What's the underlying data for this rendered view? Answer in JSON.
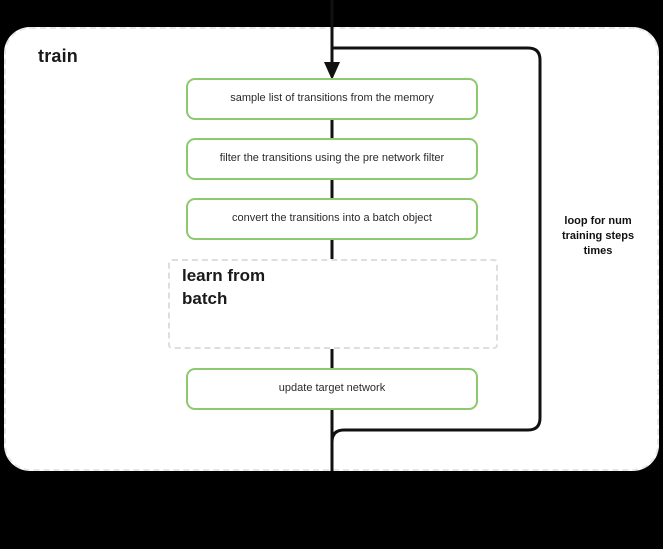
{
  "diagram": {
    "type": "flowchart",
    "background_color": "#000000",
    "scope": {
      "title": "train",
      "border_style": "dashed",
      "border_color": "#e6e6e6"
    },
    "accent_color": "#8dc96e",
    "wire_color": "#111111",
    "steps": [
      {
        "id": "sample",
        "label": "sample list of transitions from the memory"
      },
      {
        "id": "filter",
        "label": "filter the transitions using the pre network filter"
      },
      {
        "id": "convert",
        "label": "convert the transitions into a batch object"
      },
      {
        "id": "update",
        "label": "update target network"
      }
    ],
    "subscope": {
      "title": "learn from batch",
      "border_style": "dashed",
      "border_color": "#dedede"
    },
    "loop": {
      "label": "loop for num training steps times",
      "line1": "loop for num",
      "line2": "training steps",
      "line3": "times"
    }
  }
}
